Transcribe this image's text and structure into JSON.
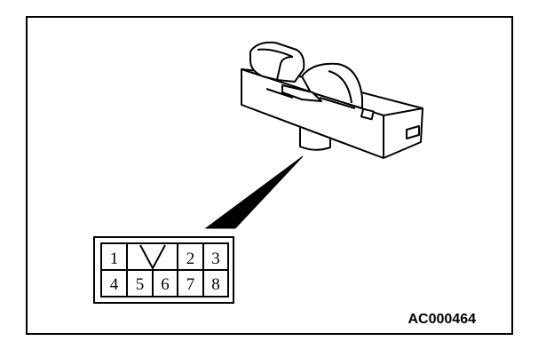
{
  "figure": {
    "code": "AC000464"
  },
  "connector": {
    "pins_top": [
      "1",
      "2",
      "3"
    ],
    "pins_bottom": [
      "4",
      "5",
      "6",
      "7",
      "8"
    ]
  }
}
